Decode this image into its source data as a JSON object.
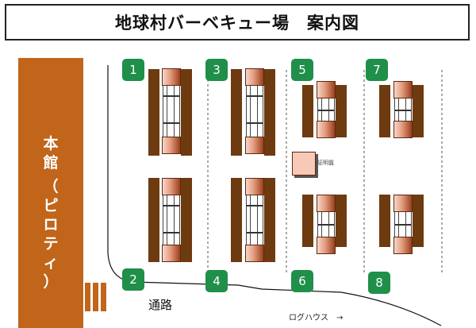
{
  "title": "地球村バーベキュー場　案内図",
  "main_building": [
    "本",
    "館",
    "（",
    "ピ",
    "ロ",
    "テ",
    "ィ",
    "）"
  ],
  "sites": [
    "1",
    "2",
    "3",
    "4",
    "5",
    "6",
    "7",
    "8"
  ],
  "road_label": "通路",
  "loghouse_label": "ログハウス　→",
  "certificate_label": "証明盤",
  "colors": {
    "building": "#c0651a",
    "bench": "#6e3a0f",
    "badge": "#1f8f4a"
  }
}
